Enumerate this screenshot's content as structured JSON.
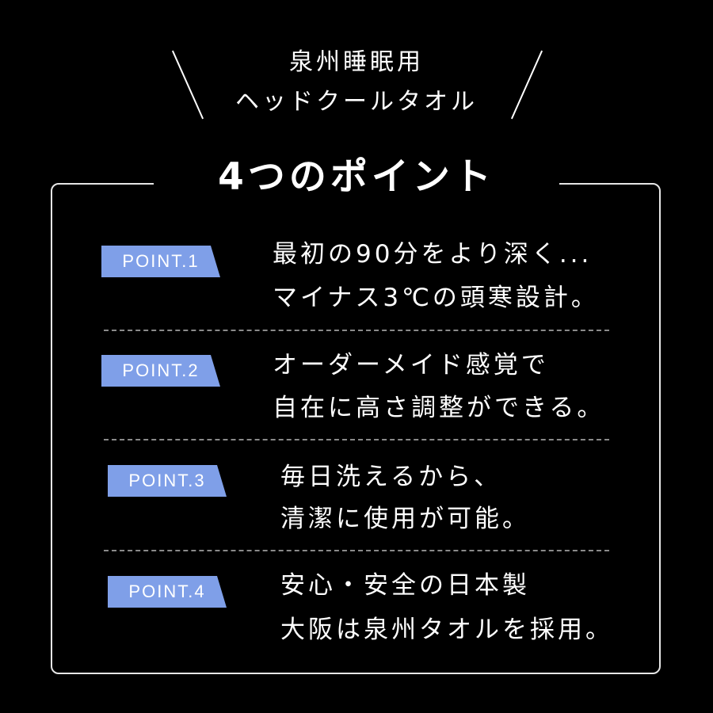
{
  "header": {
    "line1": "泉州睡眠用",
    "line2": "ヘッドクールタオル"
  },
  "title": "4つのポイント",
  "points": [
    {
      "badge": "POINT.1",
      "line1": "最初の90分をより深く...",
      "line2": "マイナス3℃の頭寒設計。"
    },
    {
      "badge": "POINT.2",
      "line1": "オーダーメイド感覚で",
      "line2": "自在に高さ調整ができる。"
    },
    {
      "badge": "POINT.3",
      "line1": "毎日洗えるから、",
      "line2": "清潔に使用が可能。"
    },
    {
      "badge": "POINT.4",
      "line1": "安心・安全の日本製",
      "line2": "大阪は泉州タオルを採用。"
    }
  ],
  "colors": {
    "background": "#000000",
    "badge": "#7f9fe8",
    "text": "#ffffff"
  }
}
